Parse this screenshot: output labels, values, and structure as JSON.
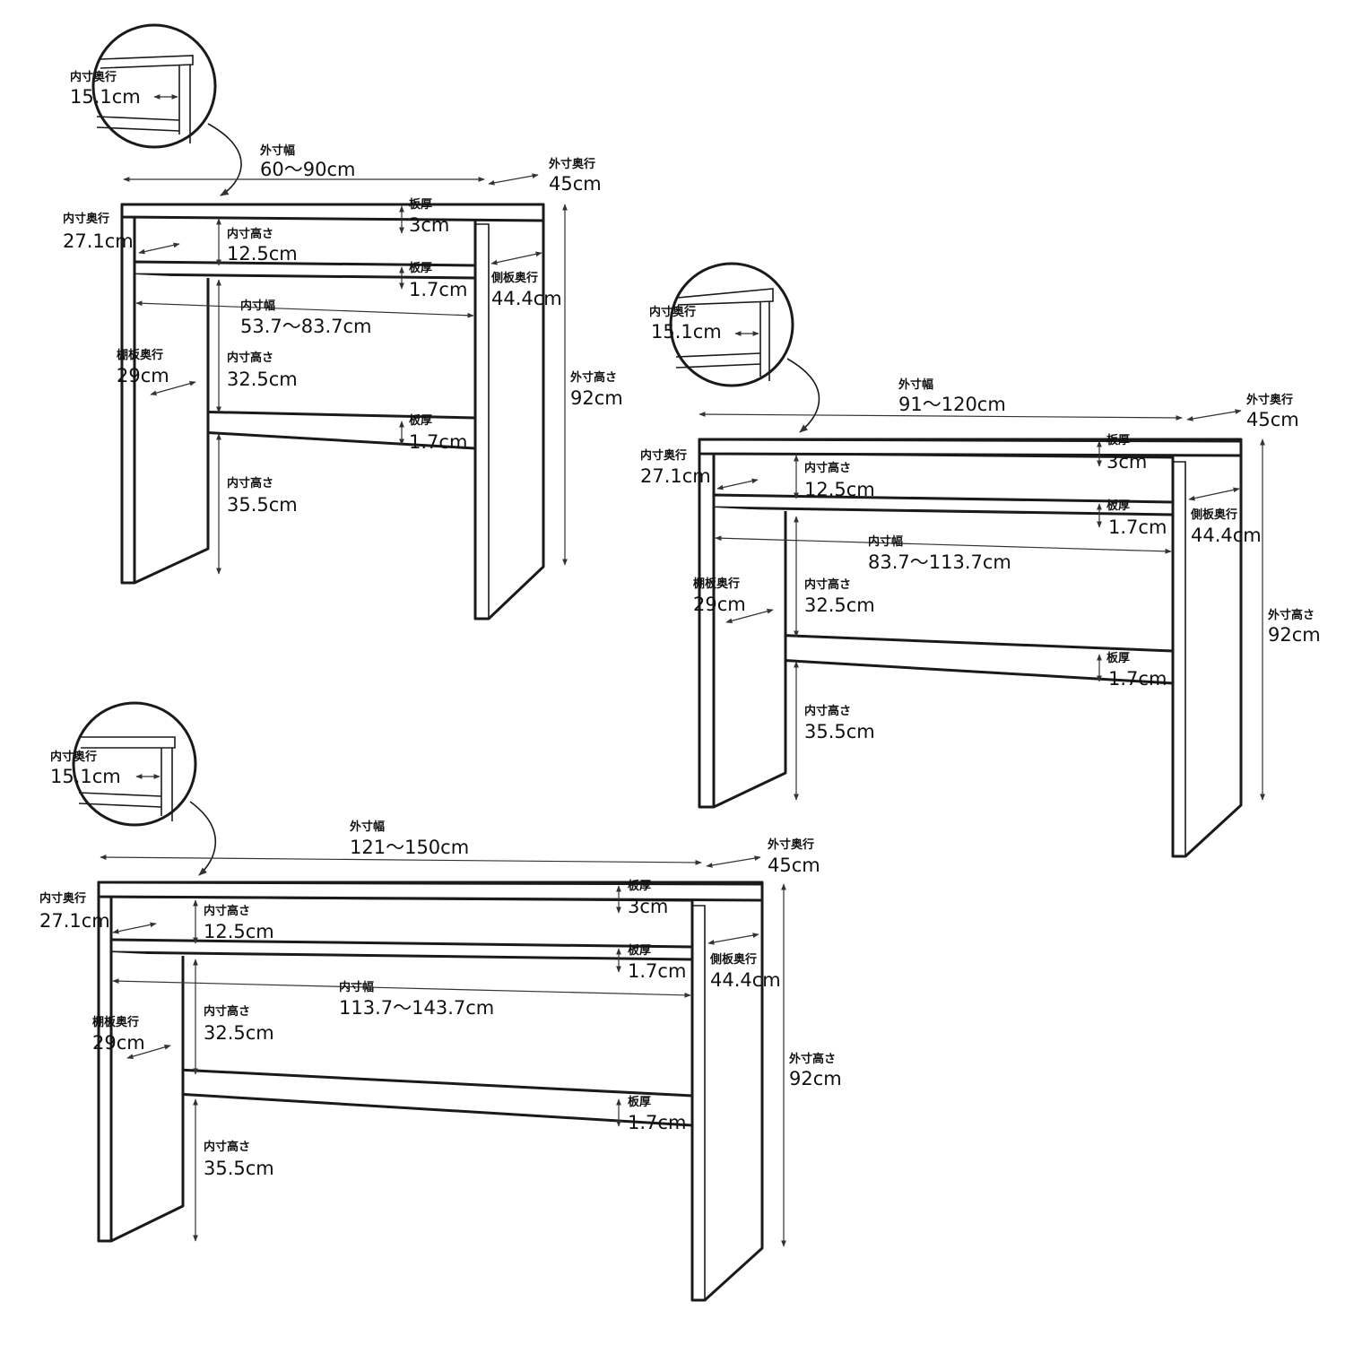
{
  "diagrams": [
    {
      "detail": {
        "label": "内寸奥行",
        "value": "15.1cm"
      },
      "outer_width": {
        "label": "外寸幅",
        "value": "60〜90cm"
      },
      "outer_depth": {
        "label": "外寸奥行",
        "value": "45cm"
      },
      "top_thickness": {
        "label": "板厚",
        "value": "3cm"
      },
      "inner_depth": {
        "label": "内寸奥行",
        "value": "27.1cm"
      },
      "inner_height_top": {
        "label": "内寸高さ",
        "value": "12.5cm"
      },
      "mid_thickness": {
        "label": "板厚",
        "value": "1.7cm"
      },
      "side_depth": {
        "label": "側板奥行",
        "value": "44.4cm"
      },
      "inner_width": {
        "label": "内寸幅",
        "value": "53.7〜83.7cm"
      },
      "shelf_depth": {
        "label": "棚板奥行",
        "value": "29cm"
      },
      "inner_height_mid": {
        "label": "内寸高さ",
        "value": "32.5cm"
      },
      "outer_height": {
        "label": "外寸高さ",
        "value": "92cm"
      },
      "low_thickness": {
        "label": "板厚",
        "value": "1.7cm"
      },
      "inner_height_low": {
        "label": "内寸高さ",
        "value": "35.5cm"
      }
    },
    {
      "detail": {
        "label": "内寸奥行",
        "value": "15.1cm"
      },
      "outer_width": {
        "label": "外寸幅",
        "value": "91〜120cm"
      },
      "outer_depth": {
        "label": "外寸奥行",
        "value": "45cm"
      },
      "top_thickness": {
        "label": "板厚",
        "value": "3cm"
      },
      "inner_depth": {
        "label": "内寸奥行",
        "value": "27.1cm"
      },
      "inner_height_top": {
        "label": "内寸高さ",
        "value": "12.5cm"
      },
      "mid_thickness": {
        "label": "板厚",
        "value": "1.7cm"
      },
      "side_depth": {
        "label": "側板奥行",
        "value": "44.4cm"
      },
      "inner_width": {
        "label": "内寸幅",
        "value": "83.7〜113.7cm"
      },
      "shelf_depth": {
        "label": "棚板奥行",
        "value": "29cm"
      },
      "inner_height_mid": {
        "label": "内寸高さ",
        "value": "32.5cm"
      },
      "outer_height": {
        "label": "外寸高さ",
        "value": "92cm"
      },
      "low_thickness": {
        "label": "板厚",
        "value": "1.7cm"
      },
      "inner_height_low": {
        "label": "内寸高さ",
        "value": "35.5cm"
      }
    },
    {
      "detail": {
        "label": "内寸奥行",
        "value": "15.1cm"
      },
      "outer_width": {
        "label": "外寸幅",
        "value": "121〜150cm"
      },
      "outer_depth": {
        "label": "外寸奥行",
        "value": "45cm"
      },
      "top_thickness": {
        "label": "板厚",
        "value": "3cm"
      },
      "inner_depth": {
        "label": "内寸奥行",
        "value": "27.1cm"
      },
      "inner_height_top": {
        "label": "内寸高さ",
        "value": "12.5cm"
      },
      "mid_thickness": {
        "label": "板厚",
        "value": "1.7cm"
      },
      "side_depth": {
        "label": "側板奥行",
        "value": "44.4cm"
      },
      "inner_width": {
        "label": "内寸幅",
        "value": "113.7〜143.7cm"
      },
      "shelf_depth": {
        "label": "棚板奥行",
        "value": "29cm"
      },
      "inner_height_mid": {
        "label": "内寸高さ",
        "value": "32.5cm"
      },
      "outer_height": {
        "label": "外寸高さ",
        "value": "92cm"
      },
      "low_thickness": {
        "label": "板厚",
        "value": "1.7cm"
      },
      "inner_height_low": {
        "label": "内寸高さ",
        "value": "35.5cm"
      }
    }
  ]
}
